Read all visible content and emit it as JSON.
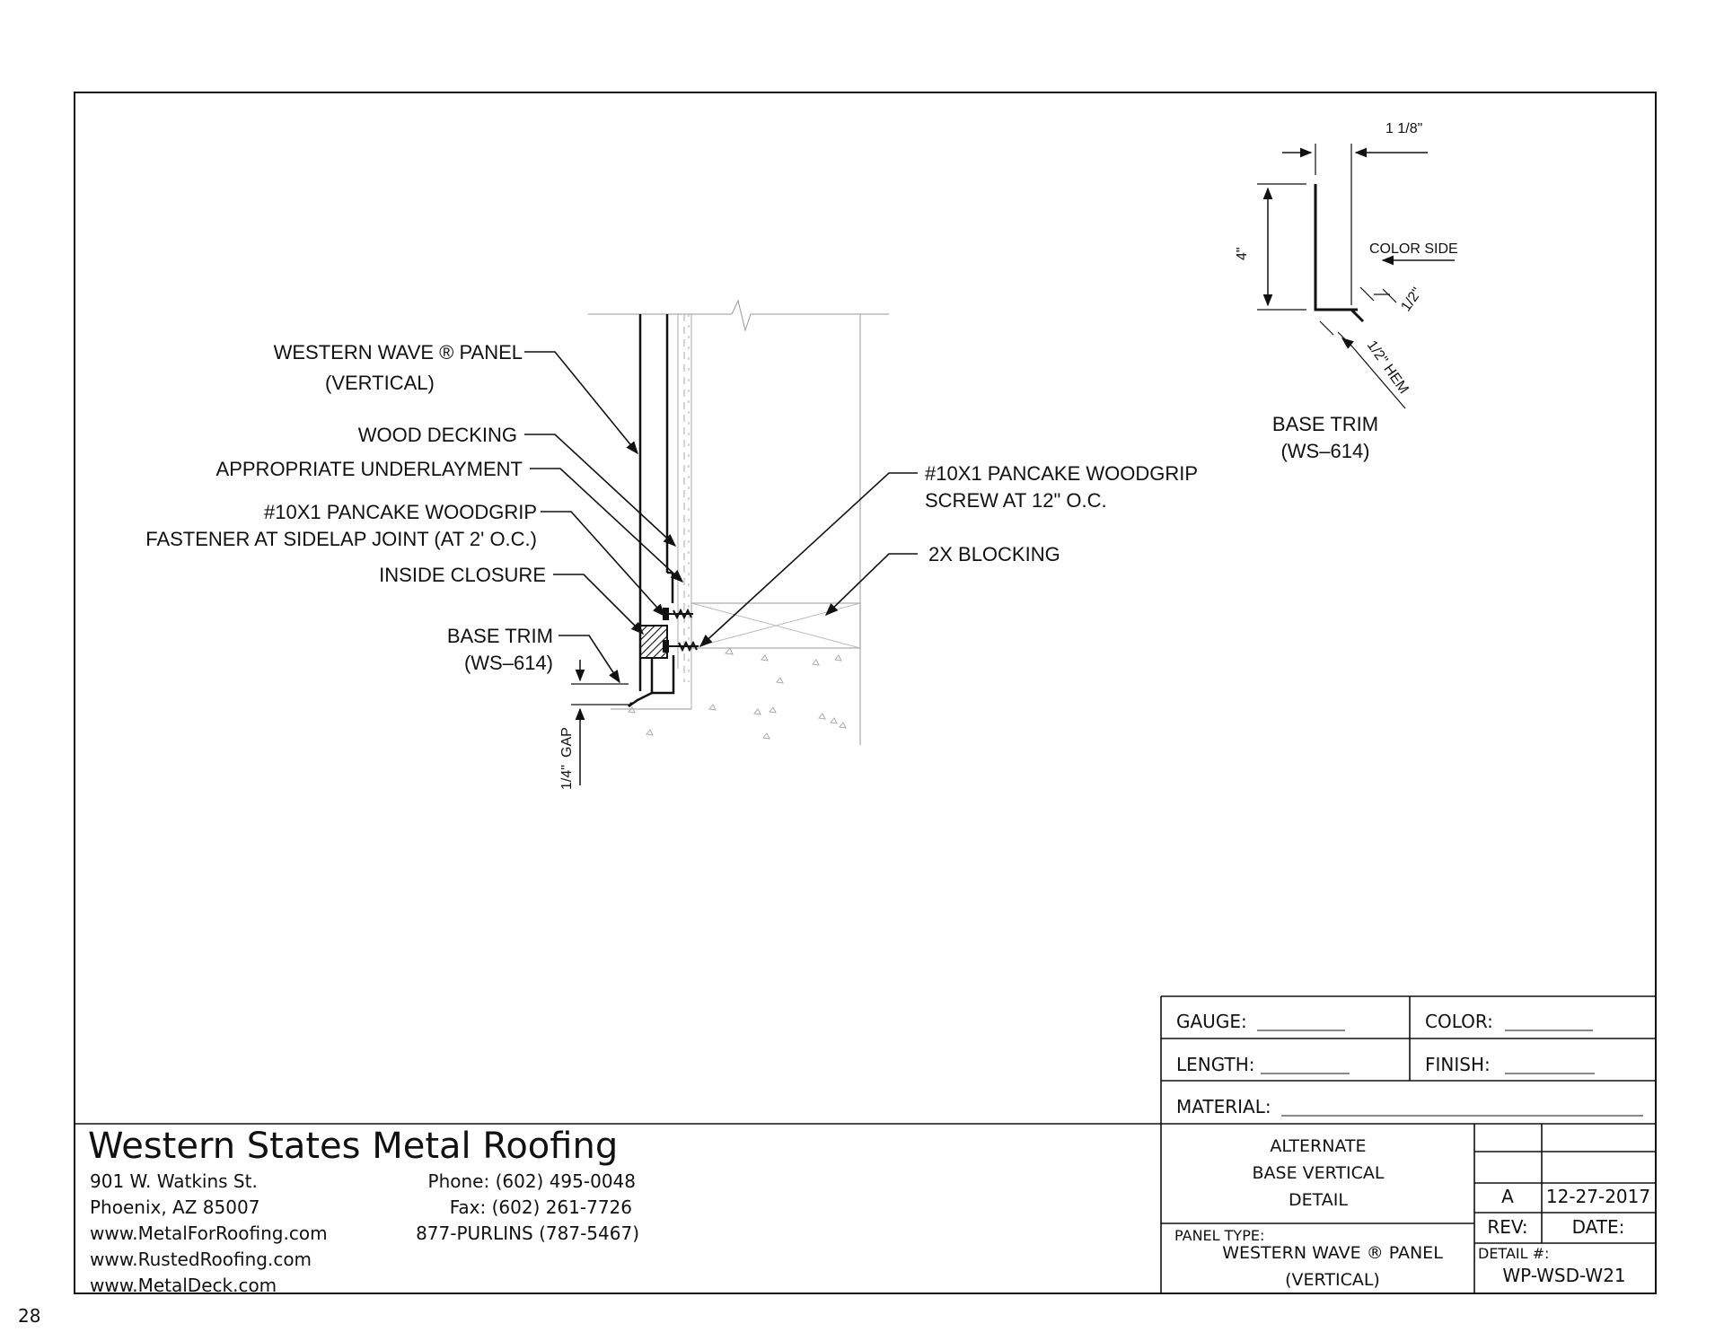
{
  "page_number": "28",
  "section_detail": {
    "labels": {
      "panel": "WESTERN WAVE ® PANEL",
      "panel_orientation": "(VERTICAL)",
      "wood_decking": "WOOD DECKING",
      "underlayment": "APPROPRIATE UNDERLAYMENT",
      "fastener_line1": "#10X1 PANCAKE WOODGRIP",
      "fastener_line2": "FASTENER AT SIDELAP JOINT (AT 2' O.C.)",
      "inside_closure": "INSIDE CLOSURE",
      "base_trim": "BASE TRIM",
      "base_trim_code": "(WS–614)",
      "screw_line1": "#10X1 PANCAKE WOODGRIP",
      "screw_line2": "SCREW AT 12\" O.C.",
      "blocking": "2X BLOCKING",
      "gap_value": "1/4\"",
      "gap_label": "GAP"
    }
  },
  "trim_profile": {
    "top_dim": "1 1/8\"",
    "height_dim": "4\"",
    "color_side": "COLOR SIDE",
    "leg_dim": "1/2\"",
    "hem_dim": "1/2\" HEM",
    "title": "BASE TRIM",
    "code": "(WS–614)"
  },
  "title_block": {
    "gauge_label": "GAUGE:",
    "color_label": "COLOR:",
    "length_label": "LENGTH:",
    "finish_label": "FINISH:",
    "material_label": "MATERIAL:",
    "detail_title_line1": "ALTERNATE",
    "detail_title_line2": "BASE VERTICAL",
    "detail_title_line3": "DETAIL",
    "panel_type_label": "PANEL TYPE:",
    "panel_type_line1": "WESTERN WAVE ® PANEL",
    "panel_type_line2": "(VERTICAL)",
    "rev_value": "A",
    "date_value": "12-27-2017",
    "rev_label": "REV:",
    "date_label": "DATE:",
    "detail_no_label": "DETAIL #:",
    "detail_no": "WP-WSD-W21"
  },
  "company": {
    "name": "Western States Metal Roofing",
    "address1": "901 W. Watkins St.",
    "address2": "Phoenix, AZ 85007",
    "web1": "www.MetalForRoofing.com",
    "web2": "www.RustedRoofing.com",
    "web3": "www.MetalDeck.com",
    "phone": "Phone: (602) 495-0048",
    "fax": "Fax: (602) 261-7726",
    "tollfree": "877-PURLINS (787-5467)"
  }
}
